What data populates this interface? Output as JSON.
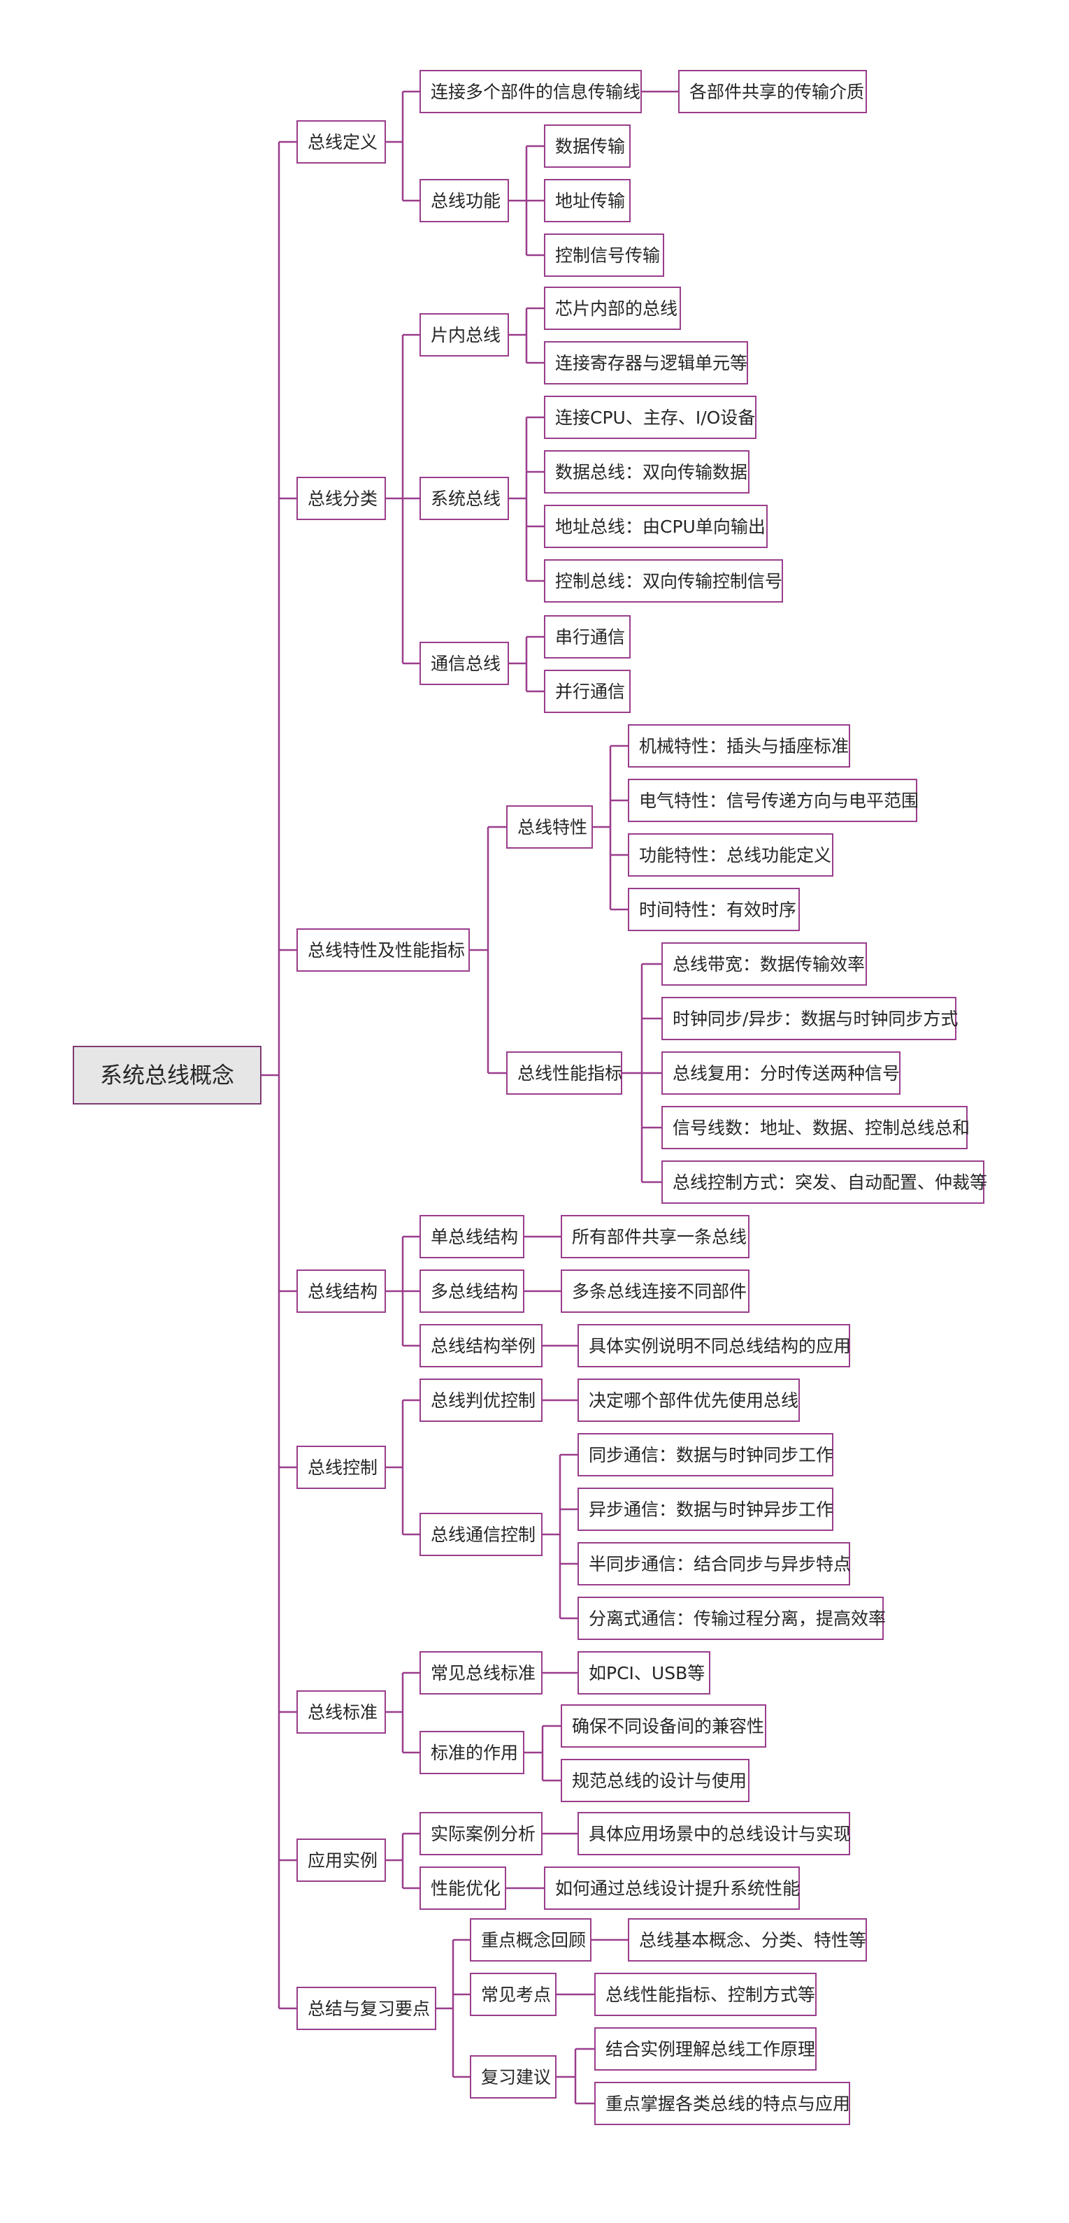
{
  "colors": {
    "line": "#9a3d8c",
    "root_fill": "#e6e6e6",
    "text": "#262626"
  },
  "root": "系统总线概念",
  "branches": [
    {
      "label": "总线定义",
      "children": [
        {
          "label": "连接多个部件的信息传输线",
          "children": [
            {
              "label": "各部件共享的传输介质"
            }
          ]
        },
        {
          "label": "总线功能",
          "children": [
            {
              "label": "数据传输"
            },
            {
              "label": "地址传输"
            },
            {
              "label": "控制信号传输"
            }
          ]
        }
      ]
    },
    {
      "label": "总线分类",
      "children": [
        {
          "label": "片内总线",
          "children": [
            {
              "label": "芯片内部的总线"
            },
            {
              "label": "连接寄存器与逻辑单元等"
            }
          ]
        },
        {
          "label": "系统总线",
          "children": [
            {
              "label": "连接CPU、主存、I/O设备"
            },
            {
              "label": "数据总线：双向传输数据"
            },
            {
              "label": "地址总线：由CPU单向输出"
            },
            {
              "label": "控制总线：双向传输控制信号"
            }
          ]
        },
        {
          "label": "通信总线",
          "children": [
            {
              "label": "串行通信"
            },
            {
              "label": "并行通信"
            }
          ]
        }
      ]
    },
    {
      "label": "总线特性及性能指标",
      "children": [
        {
          "label": "总线特性",
          "children": [
            {
              "label": "机械特性：插头与插座标准"
            },
            {
              "label": "电气特性：信号传递方向与电平范围"
            },
            {
              "label": "功能特性：总线功能定义"
            },
            {
              "label": "时间特性：有效时序"
            }
          ]
        },
        {
          "label": "总线性能指标",
          "children": [
            {
              "label": "总线带宽：数据传输效率"
            },
            {
              "label": "时钟同步/异步：数据与时钟同步方式"
            },
            {
              "label": "总线复用：分时传送两种信号"
            },
            {
              "label": "信号线数：地址、数据、控制总线总和"
            },
            {
              "label": "总线控制方式：突发、自动配置、仲裁等"
            }
          ]
        }
      ]
    },
    {
      "label": "总线结构",
      "children": [
        {
          "label": "单总线结构",
          "children": [
            {
              "label": "所有部件共享一条总线"
            }
          ]
        },
        {
          "label": "多总线结构",
          "children": [
            {
              "label": "多条总线连接不同部件"
            }
          ]
        },
        {
          "label": "总线结构举例",
          "children": [
            {
              "label": "具体实例说明不同总线结构的应用"
            }
          ]
        }
      ]
    },
    {
      "label": "总线控制",
      "children": [
        {
          "label": "总线判优控制",
          "children": [
            {
              "label": "决定哪个部件优先使用总线"
            }
          ]
        },
        {
          "label": "总线通信控制",
          "children": [
            {
              "label": "同步通信：数据与时钟同步工作"
            },
            {
              "label": "异步通信：数据与时钟异步工作"
            },
            {
              "label": "半同步通信：结合同步与异步特点"
            },
            {
              "label": "分离式通信：传输过程分离，提高效率"
            }
          ]
        }
      ]
    },
    {
      "label": "总线标准",
      "children": [
        {
          "label": "常见总线标准",
          "children": [
            {
              "label": "如PCI、USB等"
            }
          ]
        },
        {
          "label": "标准的作用",
          "children": [
            {
              "label": "确保不同设备间的兼容性"
            },
            {
              "label": "规范总线的设计与使用"
            }
          ]
        }
      ]
    },
    {
      "label": "应用实例",
      "children": [
        {
          "label": "实际案例分析",
          "children": [
            {
              "label": "具体应用场景中的总线设计与实现"
            }
          ]
        },
        {
          "label": "性能优化",
          "children": [
            {
              "label": "如何通过总线设计提升系统性能"
            }
          ]
        }
      ]
    },
    {
      "label": "总结与复习要点",
      "children": [
        {
          "label": "重点概念回顾",
          "children": [
            {
              "label": "总线基本概念、分类、特性等"
            }
          ]
        },
        {
          "label": "常见考点",
          "children": [
            {
              "label": "总线性能指标、控制方式等"
            }
          ]
        },
        {
          "label": "复习建议",
          "children": [
            {
              "label": "结合实例理解总线工作原理"
            },
            {
              "label": "重点掌握各类总线的特点与应用"
            }
          ]
        }
      ]
    }
  ]
}
